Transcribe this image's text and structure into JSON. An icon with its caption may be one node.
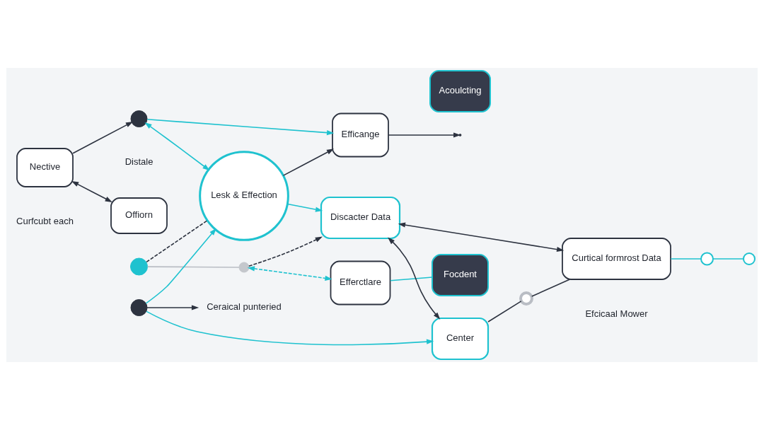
{
  "diagram": {
    "nodes": [
      {
        "text": [
          "Nective"
        ],
        "beside": [
          "Curfcubt each"
        ]
      },
      {
        "text": [
          "Offiorn"
        ]
      },
      {
        "text": [
          "Efferctlare"
        ]
      },
      {
        "text": [
          "Efficange"
        ]
      },
      {
        "text": [],
        "shape": "circle",
        "beside": [
          "Distale"
        ]
      },
      {
        "text": [],
        "shape": "circle"
      },
      {
        "text": [],
        "shape": "circle"
      },
      {
        "text": [
          "Lesk & Effection"
        ]
      },
      {
        "text": [],
        "shape": "circle"
      },
      {
        "text": [
          "Discacter Data"
        ]
      },
      {
        "text": [
          "Curtical formrost Data"
        ],
        "beside": [
          "Efcicaal Mower"
        ]
      },
      {
        "text": [
          "Acoulcting"
        ]
      },
      {
        "text": [
          "Focdent"
        ]
      },
      {
        "text": [
          "Center"
        ]
      },
      {
        "text": [
          "Ceraical punteried"
        ]
      },
      {
        "text": [],
        "shape": "circle"
      },
      {
        "text": [],
        "shape": "circle"
      },
      {
        "text": [],
        "shape": "circle"
      }
    ],
    "edges": [
      {
        "from": 0,
        "to": 1,
        "arrow": "both"
      },
      {
        "from": 0,
        "to": 4,
        "arrow": "to"
      },
      {
        "from": 3,
        "to": null,
        "arrow": "to"
      },
      {
        "from": 4,
        "to": 3,
        "arrow": "to",
        "color": "#1fc2cf"
      },
      {
        "from": 4,
        "to": 7,
        "arrow": "both",
        "color": "#1fc2cf"
      },
      {
        "from": 7,
        "to": 3,
        "arrow": "to"
      },
      {
        "from": 2,
        "to": 12,
        "arrow": "none",
        "color": "#1fc2cf"
      },
      {
        "from": 6,
        "to": 2,
        "arrow": "both",
        "style": "dashed",
        "color": "#1fc2cf"
      },
      {
        "from": 5,
        "to": 6,
        "arrow": "none",
        "color": "#b9bdc4"
      },
      {
        "from": 5,
        "to": 7,
        "arrow": "none",
        "style": "dashed"
      },
      {
        "from": 6,
        "to": 9,
        "arrow": "to",
        "style": "dashed"
      },
      {
        "from": 7,
        "to": 9,
        "arrow": "to",
        "color": "#1fc2cf"
      },
      {
        "from": 9,
        "to": 10,
        "arrow": "both"
      },
      {
        "from": 10,
        "to": 17,
        "arrow": "none",
        "color": "#1fc2cf"
      },
      {
        "from": 17,
        "to": 16,
        "arrow": "none",
        "color": "#1fc2cf"
      },
      {
        "from": 9,
        "to": 13,
        "arrow": "both"
      },
      {
        "from": 13,
        "to": 15,
        "arrow": "none"
      },
      {
        "from": 15,
        "to": 10,
        "arrow": "none"
      },
      {
        "from": 8,
        "to": 7,
        "arrow": "to",
        "color": "#1fc2cf"
      },
      {
        "from": 8,
        "to": 13,
        "arrow": "to",
        "color": "#1fc2cf"
      },
      {
        "from": 8,
        "to": 14,
        "arrow": "to"
      }
    ]
  }
}
